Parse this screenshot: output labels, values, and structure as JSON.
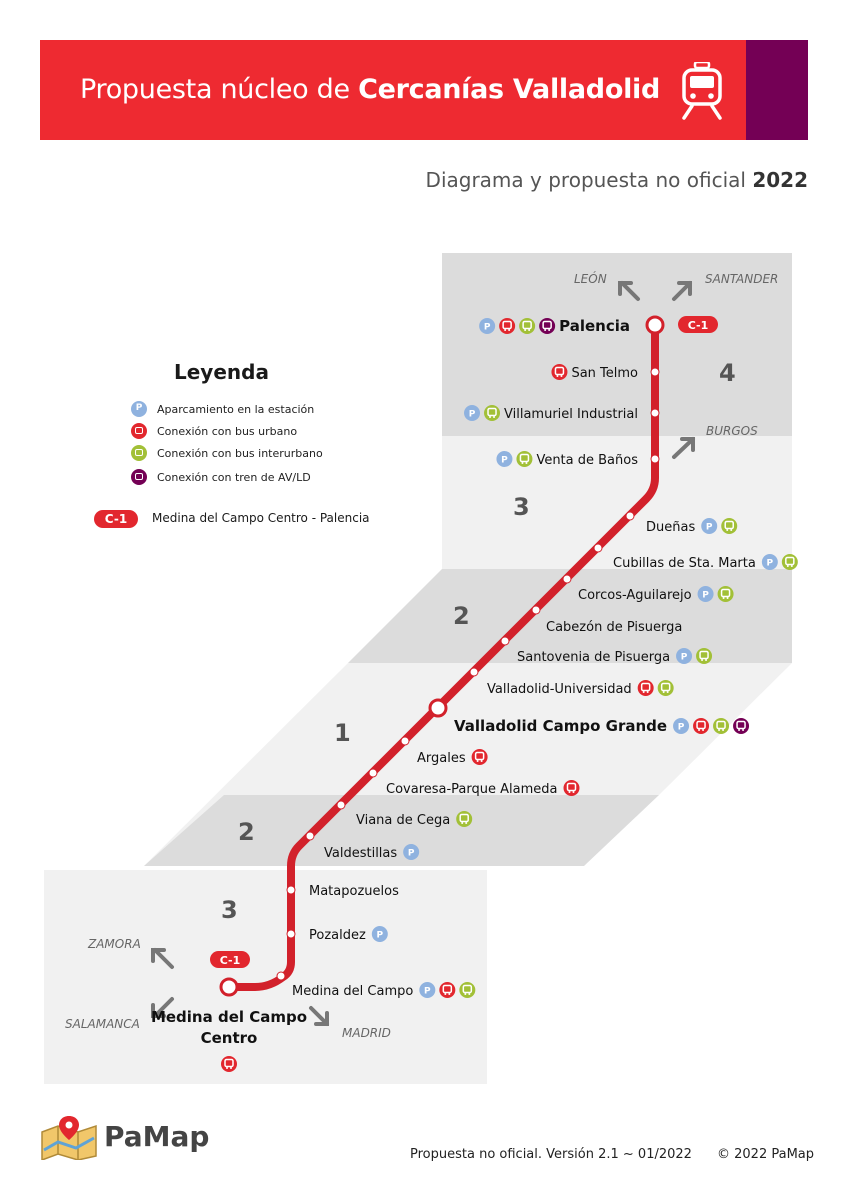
{
  "header": {
    "title_prefix": "Propuesta núcleo de ",
    "title_bold": "Cercanías Valladolid",
    "icon": "train-icon",
    "colors": {
      "red": "#ee2a31",
      "purple": "#740055"
    }
  },
  "subtitle": {
    "text": "Diagrama y propuesta no oficial ",
    "year": "2022"
  },
  "legend": {
    "title": "Leyenda",
    "items": [
      {
        "icon": "parking-icon",
        "label": "Aparcamiento en la estación"
      },
      {
        "icon": "urban-bus-icon",
        "label": "Conexión con bus urbano"
      },
      {
        "icon": "interurban-bus-icon",
        "label": "Conexión con bus interurbano"
      },
      {
        "icon": "high-speed-train-icon",
        "label": "Conexión con tren de AV/LD"
      }
    ],
    "line_badge": "C-1",
    "line_label": "Medina del Campo Centro - Palencia"
  },
  "line": {
    "name": "C-1",
    "color": "#d2212b"
  },
  "zones": [
    "4",
    "3",
    "2",
    "1",
    "2",
    "3"
  ],
  "directions": [
    "LEÓN",
    "SANTANDER",
    "BURGOS",
    "ZAMORA",
    "SALAMANCA",
    "MADRID"
  ],
  "stations": [
    {
      "name": "Palencia",
      "bold": true,
      "terminal": true,
      "services": [
        "p",
        "bu",
        "bi",
        "tr"
      ]
    },
    {
      "name": "San Telmo",
      "services": [
        "bu"
      ]
    },
    {
      "name": "Villamuriel Industrial",
      "services": [
        "p",
        "bi"
      ]
    },
    {
      "name": "Venta de Baños",
      "services": [
        "p",
        "bi"
      ]
    },
    {
      "name": "Dueñas",
      "services": [
        "p",
        "bi"
      ]
    },
    {
      "name": "Cubillas de Sta. Marta",
      "services": [
        "p",
        "bi"
      ]
    },
    {
      "name": "Corcos-Aguilarejo",
      "services": [
        "p",
        "bi"
      ]
    },
    {
      "name": "Cabezón de Pisuerga",
      "services": []
    },
    {
      "name": "Santovenia de Pisuerga",
      "services": [
        "p",
        "bi"
      ]
    },
    {
      "name": "Valladolid-Universidad",
      "services": [
        "bu",
        "bi"
      ]
    },
    {
      "name": "Valladolid Campo Grande",
      "bold": true,
      "interchange": true,
      "services": [
        "p",
        "bu",
        "bi",
        "tr"
      ]
    },
    {
      "name": "Argales",
      "services": [
        "bu"
      ]
    },
    {
      "name": "Covaresa-Parque Alameda",
      "services": [
        "bu"
      ]
    },
    {
      "name": "Viana de Cega",
      "services": [
        "bi"
      ]
    },
    {
      "name": "Valdestillas",
      "services": [
        "p"
      ]
    },
    {
      "name": "Matapozuelos",
      "services": []
    },
    {
      "name": "Pozaldez",
      "services": [
        "p"
      ]
    },
    {
      "name": "Medina del Campo",
      "services": [
        "p",
        "bu",
        "bi"
      ]
    },
    {
      "name": "Medina del Campo Centro",
      "bold": true,
      "terminal": true,
      "services": [
        "bu"
      ]
    }
  ],
  "footer": {
    "logo": "PaMap",
    "note": "Propuesta no oficial. Versión 2.1 ~ 01/2022",
    "copyright": "© 2022 PaMap"
  }
}
